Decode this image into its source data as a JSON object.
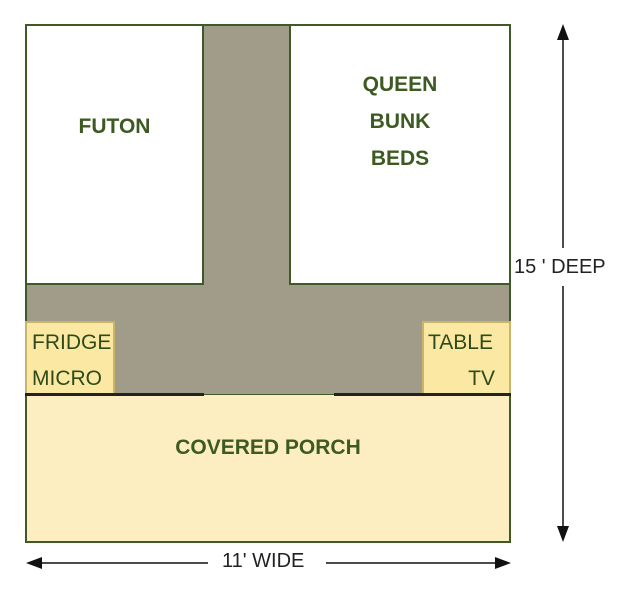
{
  "rooms": {
    "futon": {
      "label": "FUTON"
    },
    "bunks": {
      "line1": "QUEEN",
      "line2": "BUNK",
      "line3": "BEDS"
    }
  },
  "fridge": {
    "line1": "FRIDGE",
    "line2": "MICRO"
  },
  "table": {
    "line1": "TABLE",
    "line2": "TV"
  },
  "porch": {
    "label": "COVERED PORCH"
  },
  "dimensions": {
    "depth": "15 ' DEEP",
    "width": "11' WIDE"
  },
  "colors": {
    "floor": "#a19c89",
    "room_fill": "#ffffff",
    "outline": "#3e5a27",
    "label_text": "#3c5a21",
    "appliance_fill": "#fbe8a2",
    "porch_fill": "#fdeec2"
  }
}
